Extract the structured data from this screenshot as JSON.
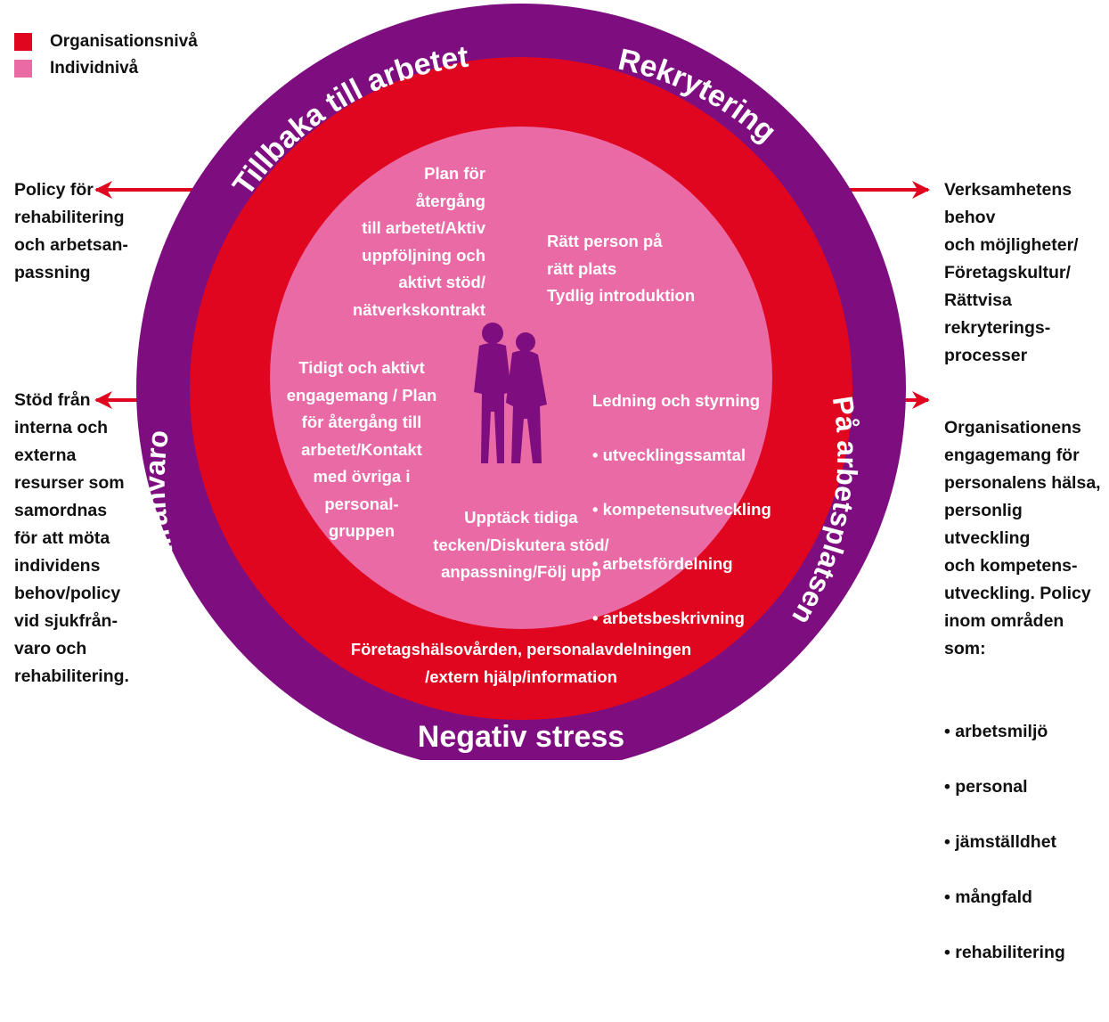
{
  "colors": {
    "outer_ring": "#7e0e80",
    "org_level": "#e0061f",
    "individual_level": "#ea6aa6",
    "arrow": "#e0061f",
    "figure": "#7e0e80"
  },
  "legend": [
    {
      "label": "Organisationsnivå",
      "color": "#e0061f"
    },
    {
      "label": "Individnivå",
      "color": "#ea6aa6"
    }
  ],
  "ring_labels": {
    "top_left": "Tillbaka till arbetet",
    "top_right": "Rekrytering",
    "left": "Sjukfrånvaro",
    "right": "På arbetsplatsen",
    "bottom": "Negativ stress"
  },
  "side_texts": {
    "top_left": "Policy för\nrehabilitering\noch arbetsan-\npassning",
    "top_right": "Verksamhetens behov\noch möjligheter/\nFöretagskultur/\nRättvisa rekryterings-\nprocesser",
    "bottom_left": "Stöd från\ninterna och\nexterna\nresurser som\nsamordnas\nför att möta\nindividens\nbehov/policy\nvid sjukfrån-\nvaro och\nrehabilitering.",
    "bottom_right_intro": "Organisationens\nengagemang för\npersonalens hälsa,\npersonlig utveckling\noch kompetens-\nutveckling. Policy\ninom områden som:",
    "bottom_right_bullets": [
      "• arbetsmiljö",
      "• personal",
      "• jämställdhet",
      "• mångfald",
      "• rehabilitering"
    ]
  },
  "inner_texts": {
    "top_left": "Plan för\nåtergång\ntill arbetet/Aktiv\nuppföljning och\naktivt stöd/\nnätverkskontrakt",
    "top_right": "Rätt person på\nrätt plats\nTydlig introduktion",
    "left": "Tidigt och aktivt\nengagemang / Plan\nför återgång till\narbetet/Kontakt\nmed övriga i\npersonal-\ngruppen",
    "right_title": "Ledning och styrning",
    "right_bullets": [
      "• utvecklingssamtal",
      "• kompetensutveckling",
      "• arbetsfördelning",
      "• arbetsbeskrivning"
    ],
    "bottom": "Upptäck tidiga\ntecken/Diskutera stöd/\nanpassning/Följ upp",
    "red_band": "Företagshälsovården, personalavdelningen\n/extern hjälp/information"
  }
}
